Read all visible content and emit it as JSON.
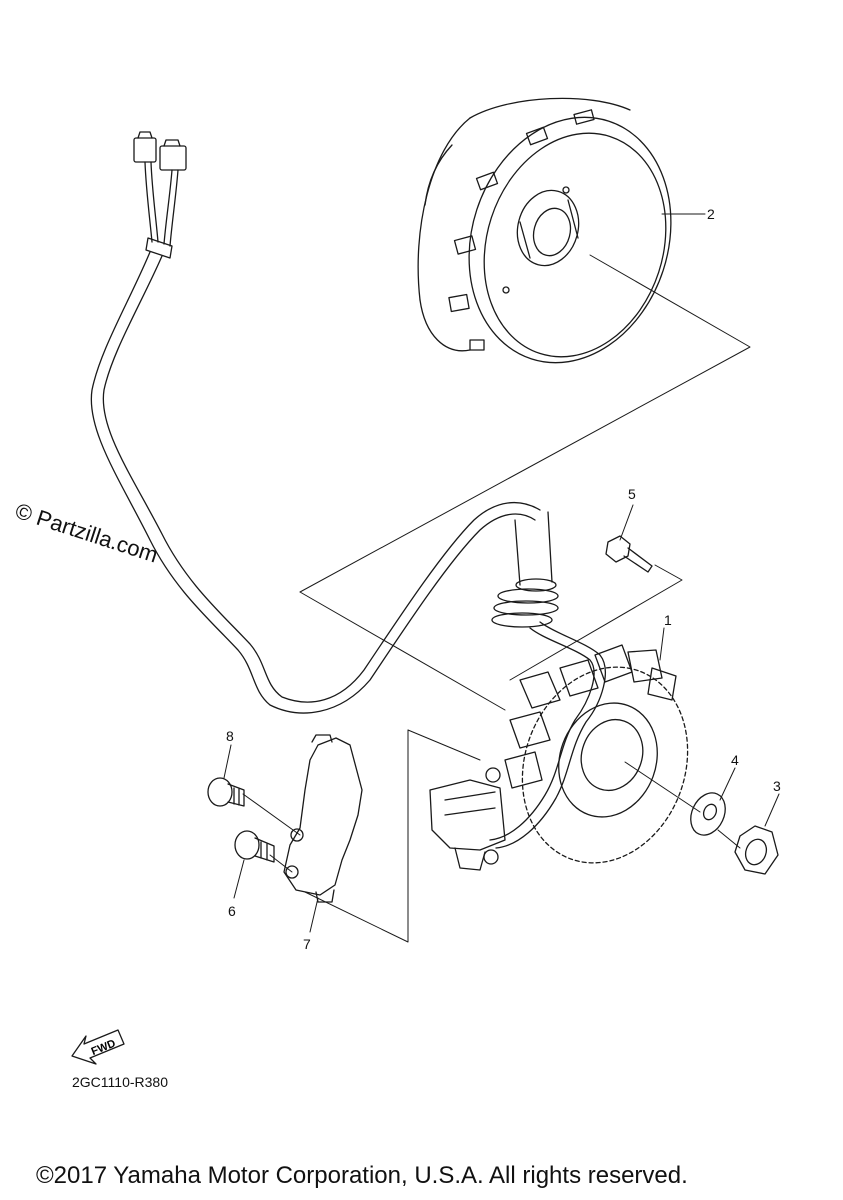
{
  "watermark": "© Partzilla.com",
  "callouts": {
    "c1": "1",
    "c2": "2",
    "c3": "3",
    "c4": "4",
    "c5": "5",
    "c6": "6",
    "c7": "7",
    "c8": "8"
  },
  "fwd_label": "FWD",
  "diagram_code": "2GC1110-R380",
  "copyright": "©2017 Yamaha Motor Corporation, U.S.A. All rights reserved."
}
